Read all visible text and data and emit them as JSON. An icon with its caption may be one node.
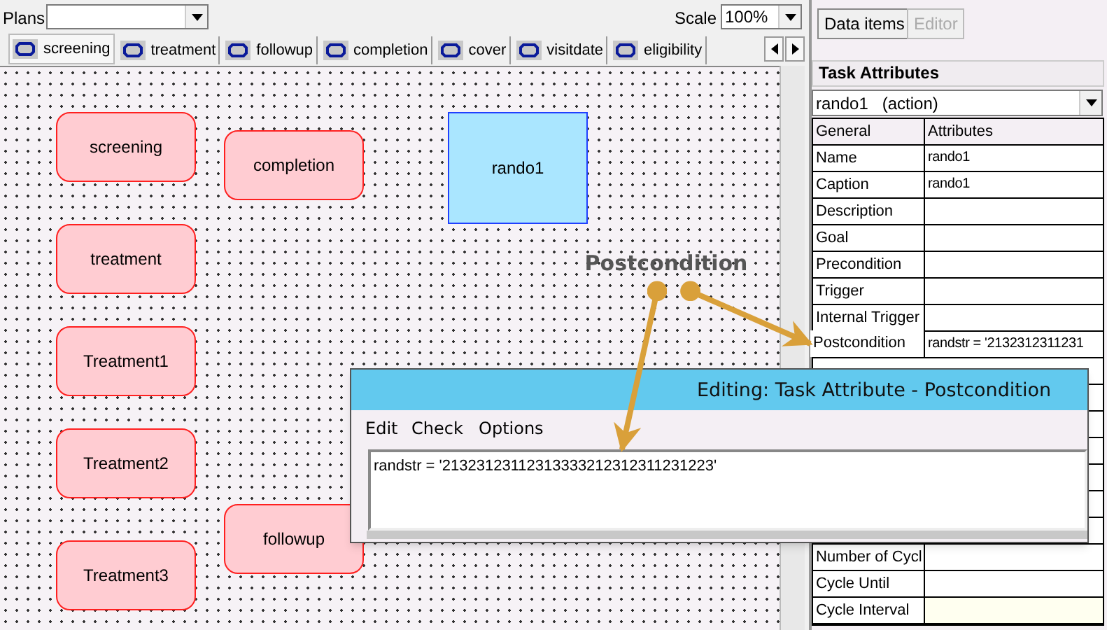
{
  "diagram": {
    "nodes": [
      {
        "text": [
          "screening"
        ]
      },
      {
        "text": [
          "completion"
        ]
      },
      {
        "text": [
          "rando1"
        ]
      },
      {
        "text": [
          "treatment"
        ]
      },
      {
        "text": [
          "Treatment1"
        ]
      },
      {
        "text": [
          "Treatment2"
        ]
      },
      {
        "text": [
          "followup"
        ]
      },
      {
        "text": [
          "Treatment3"
        ]
      },
      {
        "text": [
          "Postcondition"
        ]
      },
      {
        "text": [
          "Postcondition"
        ]
      },
      {
        "text": [
          "randstr = '21323123112313333212312311231223'"
        ]
      }
    ],
    "edges": [
      {
        "from": 8,
        "to": 10,
        "arrow": "to"
      },
      {
        "from": 8,
        "to": 9,
        "arrow": "to"
      }
    ],
    "labels": [
      "Plans",
      "Scale",
      "100%",
      "screening",
      "treatment",
      "followup",
      "completion",
      "cover",
      "visitdate",
      "eligibility",
      "Data items",
      "Editor",
      "Task Attributes",
      "rando1   (action)",
      "General",
      "Attributes",
      "Name",
      "rando1",
      "Caption",
      "rando1",
      "Description",
      "Goal",
      "Precondition",
      "Trigger",
      "Internal Trigger",
      "randstr = '2132312311231",
      "Number of Cycl",
      "Cycle Until",
      "Cycle Interval",
      "Editing: Task Attribute - Postcondition",
      "Edit",
      "Check",
      "Options"
    ]
  }
}
